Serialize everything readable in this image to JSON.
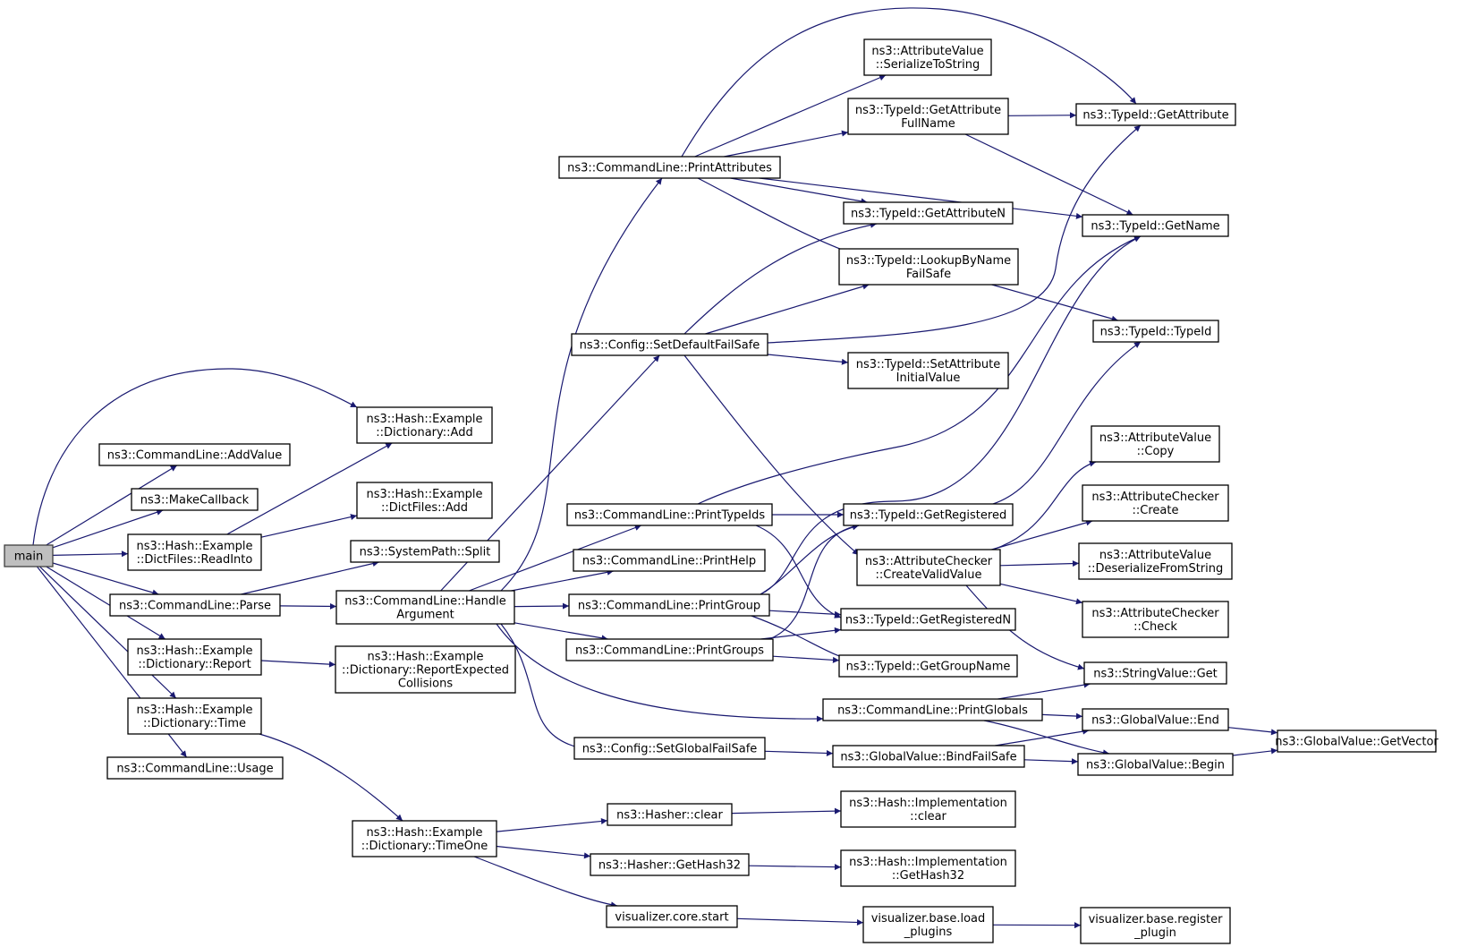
{
  "graph": {
    "nodes": {
      "main": [
        "main"
      ],
      "dict_add": [
        "ns3::Hash::Example",
        "::Dictionary::Add"
      ],
      "cl_addvalue": [
        "ns3::CommandLine::AddValue"
      ],
      "makecallback": [
        "ns3::MakeCallback"
      ],
      "dictfiles_readinto": [
        "ns3::Hash::Example",
        "::DictFiles::ReadInto"
      ],
      "dictfiles_add": [
        "ns3::Hash::Example",
        "::DictFiles::Add"
      ],
      "systempath_split": [
        "ns3::SystemPath::Split"
      ],
      "cl_parse": [
        "ns3::CommandLine::Parse"
      ],
      "cl_handleargument": [
        "ns3::CommandLine::Handle",
        "Argument"
      ],
      "dict_report": [
        "ns3::Hash::Example",
        "::Dictionary::Report"
      ],
      "dict_reportexpected": [
        "ns3::Hash::Example",
        "::Dictionary::ReportExpected",
        "Collisions"
      ],
      "dict_time": [
        "ns3::Hash::Example",
        "::Dictionary::Time"
      ],
      "cl_usage": [
        "ns3::CommandLine::Usage"
      ],
      "dict_timeone": [
        "ns3::Hash::Example",
        "::Dictionary::TimeOne"
      ],
      "cl_printattributes": [
        "ns3::CommandLine::PrintAttributes"
      ],
      "config_setdefaultfailsafe": [
        "ns3::Config::SetDefaultFailSafe"
      ],
      "cl_printtypeids": [
        "ns3::CommandLine::PrintTypeIds"
      ],
      "cl_printhelp": [
        "ns3::CommandLine::PrintHelp"
      ],
      "cl_printgroup": [
        "ns3::CommandLine::PrintGroup"
      ],
      "cl_printgroups": [
        "ns3::CommandLine::PrintGroups"
      ],
      "cl_printglobals": [
        "ns3::CommandLine::PrintGlobals"
      ],
      "config_setglobalfailsafe": [
        "ns3::Config::SetGlobalFailSafe"
      ],
      "hasher_clear": [
        "ns3::Hasher::clear"
      ],
      "hasher_gethash32": [
        "ns3::Hasher::GetHash32"
      ],
      "vis_core_start": [
        "visualizer.core.start"
      ],
      "av_serializetostring": [
        "ns3::AttributeValue",
        "::SerializeToString"
      ],
      "typeid_getattributefullname": [
        "ns3::TypeId::GetAttribute",
        "FullName"
      ],
      "typeid_getattributen": [
        "ns3::TypeId::GetAttributeN"
      ],
      "typeid_lookupbynamefailsafe": [
        "ns3::TypeId::LookupByName",
        "FailSafe"
      ],
      "typeid_setattributeinitialvalue": [
        "ns3::TypeId::SetAttribute",
        "InitialValue"
      ],
      "typeid_getregistered": [
        "ns3::TypeId::GetRegistered"
      ],
      "ac_createvalidvalue": [
        "ns3::AttributeChecker",
        "::CreateValidValue"
      ],
      "typeid_getregisteredn": [
        "ns3::TypeId::GetRegisteredN"
      ],
      "typeid_getgroupname": [
        "ns3::TypeId::GetGroupName"
      ],
      "gv_bindfailsafe": [
        "ns3::GlobalValue::BindFailSafe"
      ],
      "hashimpl_clear": [
        "ns3::Hash::Implementation",
        "::clear"
      ],
      "hashimpl_gethash32": [
        "ns3::Hash::Implementation",
        "::GetHash32"
      ],
      "vis_base_loadplugins": [
        "visualizer.base.load",
        "_plugins"
      ],
      "typeid_getattribute": [
        "ns3::TypeId::GetAttribute"
      ],
      "typeid_getname": [
        "ns3::TypeId::GetName"
      ],
      "typeid_typeid": [
        "ns3::TypeId::TypeId"
      ],
      "av_copy": [
        "ns3::AttributeValue",
        "::Copy"
      ],
      "ac_create": [
        "ns3::AttributeChecker",
        "::Create"
      ],
      "av_deserializefromstring": [
        "ns3::AttributeValue",
        "::DeserializeFromString"
      ],
      "ac_check": [
        "ns3::AttributeChecker",
        "::Check"
      ],
      "stringvalue_get": [
        "ns3::StringValue::Get"
      ],
      "gv_end": [
        "ns3::GlobalValue::End"
      ],
      "gv_begin": [
        "ns3::GlobalValue::Begin"
      ],
      "gv_getvector": [
        "ns3::GlobalValue::GetVector"
      ],
      "vis_base_registerplugin": [
        "visualizer.base.register",
        "_plugin"
      ]
    },
    "edges": [
      [
        "main",
        "dict_add"
      ],
      [
        "main",
        "cl_addvalue"
      ],
      [
        "main",
        "makecallback"
      ],
      [
        "main",
        "dictfiles_readinto"
      ],
      [
        "main",
        "cl_parse"
      ],
      [
        "main",
        "dict_report"
      ],
      [
        "main",
        "dict_time"
      ],
      [
        "main",
        "cl_usage"
      ],
      [
        "dictfiles_readinto",
        "dict_add"
      ],
      [
        "dictfiles_readinto",
        "dictfiles_add"
      ],
      [
        "cl_parse",
        "systempath_split"
      ],
      [
        "cl_parse",
        "cl_handleargument"
      ],
      [
        "dict_report",
        "dict_reportexpected"
      ],
      [
        "dict_time",
        "dict_timeone"
      ],
      [
        "cl_handleargument",
        "cl_printattributes"
      ],
      [
        "cl_handleargument",
        "config_setdefaultfailsafe"
      ],
      [
        "cl_handleargument",
        "cl_printtypeids"
      ],
      [
        "cl_handleargument",
        "cl_printhelp"
      ],
      [
        "cl_handleargument",
        "cl_printgroup"
      ],
      [
        "cl_handleargument",
        "cl_printgroups"
      ],
      [
        "cl_handleargument",
        "cl_printglobals"
      ],
      [
        "cl_handleargument",
        "config_setglobalfailsafe"
      ],
      [
        "cl_printattributes",
        "typeid_getattribute"
      ],
      [
        "cl_printattributes",
        "av_serializetostring"
      ],
      [
        "cl_printattributes",
        "typeid_getattributefullname"
      ],
      [
        "cl_printattributes",
        "typeid_getname"
      ],
      [
        "cl_printattributes",
        "typeid_getattributen"
      ],
      [
        "cl_printattributes",
        "typeid_lookupbynamefailsafe"
      ],
      [
        "typeid_getattributefullname",
        "typeid_getattribute"
      ],
      [
        "typeid_getattributefullname",
        "typeid_getname"
      ],
      [
        "typeid_lookupbynamefailsafe",
        "typeid_typeid"
      ],
      [
        "config_setdefaultfailsafe",
        "typeid_getattributen"
      ],
      [
        "config_setdefaultfailsafe",
        "typeid_lookupbynamefailsafe"
      ],
      [
        "config_setdefaultfailsafe",
        "typeid_getattribute"
      ],
      [
        "config_setdefaultfailsafe",
        "typeid_setattributeinitialvalue"
      ],
      [
        "config_setdefaultfailsafe",
        "ac_createvalidvalue"
      ],
      [
        "cl_printtypeids",
        "typeid_getname"
      ],
      [
        "cl_printtypeids",
        "typeid_getregistered"
      ],
      [
        "cl_printtypeids",
        "typeid_getregisteredn"
      ],
      [
        "typeid_getregistered",
        "typeid_typeid"
      ],
      [
        "ac_createvalidvalue",
        "av_copy"
      ],
      [
        "ac_createvalidvalue",
        "ac_create"
      ],
      [
        "ac_createvalidvalue",
        "av_deserializefromstring"
      ],
      [
        "ac_createvalidvalue",
        "ac_check"
      ],
      [
        "ac_createvalidvalue",
        "stringvalue_get"
      ],
      [
        "cl_printgroup",
        "typeid_getname"
      ],
      [
        "cl_printgroup",
        "typeid_getregistered"
      ],
      [
        "cl_printgroup",
        "typeid_getregisteredn"
      ],
      [
        "cl_printgroup",
        "typeid_getgroupname"
      ],
      [
        "cl_printgroups",
        "typeid_getregistered"
      ],
      [
        "cl_printgroups",
        "typeid_getregisteredn"
      ],
      [
        "cl_printgroups",
        "typeid_getgroupname"
      ],
      [
        "cl_printglobals",
        "stringvalue_get"
      ],
      [
        "cl_printglobals",
        "gv_end"
      ],
      [
        "cl_printglobals",
        "gv_begin"
      ],
      [
        "config_setglobalfailsafe",
        "gv_bindfailsafe"
      ],
      [
        "gv_bindfailsafe",
        "gv_end"
      ],
      [
        "gv_bindfailsafe",
        "gv_begin"
      ],
      [
        "gv_end",
        "gv_getvector"
      ],
      [
        "gv_begin",
        "gv_getvector"
      ],
      [
        "dict_timeone",
        "hasher_clear"
      ],
      [
        "dict_timeone",
        "hasher_gethash32"
      ],
      [
        "dict_timeone",
        "vis_core_start"
      ],
      [
        "hasher_clear",
        "hashimpl_clear"
      ],
      [
        "hasher_gethash32",
        "hashimpl_gethash32"
      ],
      [
        "vis_core_start",
        "vis_base_loadplugins"
      ],
      [
        "vis_base_loadplugins",
        "vis_base_registerplugin"
      ]
    ]
  },
  "colors": {
    "edge": "#191970",
    "node_border": "#000000",
    "node_fill": "#ffffff",
    "root_fill": "#bfbfbf",
    "root_border": "#404040"
  }
}
